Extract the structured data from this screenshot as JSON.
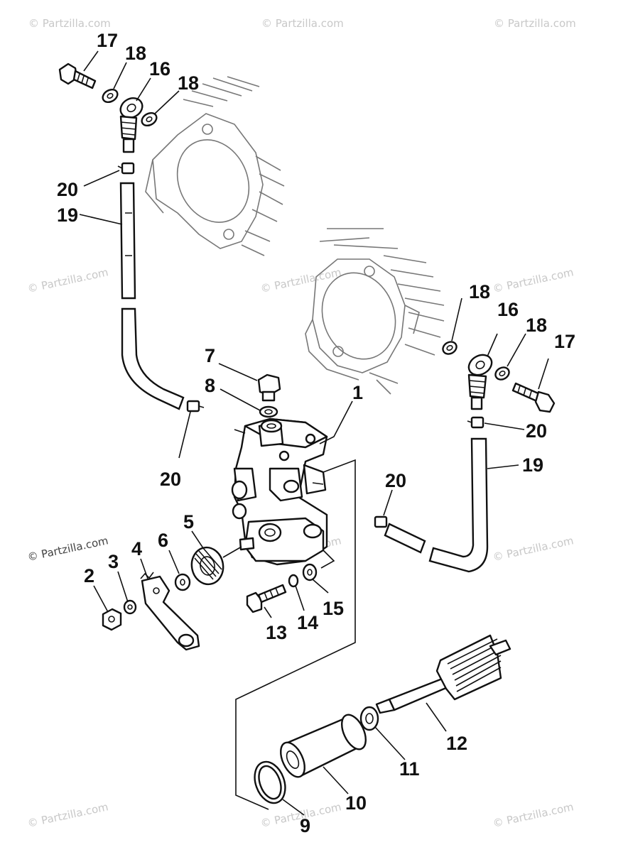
{
  "watermark": {
    "text": "© Partzilla.com"
  },
  "callouts": {
    "c1": "1",
    "c2": "2",
    "c3": "3",
    "c4": "4",
    "c5": "5",
    "c6": "6",
    "c7": "7",
    "c8": "8",
    "c9": "9",
    "c10": "10",
    "c11": "11",
    "c12": "12",
    "c13": "13",
    "c14": "14",
    "c15": "15",
    "c16a": "16",
    "c16b": "16",
    "c17a": "17",
    "c17b": "17",
    "c18a": "18",
    "c18b": "18",
    "c18c": "18",
    "c18d": "18",
    "c19a": "19",
    "c19b": "19",
    "c20a": "20",
    "c20b": "20",
    "c20c": "20",
    "c20d": "20"
  },
  "colors": {
    "ink": "#111111",
    "watermark": "#c8c8c8",
    "engine_outline": "#777777"
  }
}
